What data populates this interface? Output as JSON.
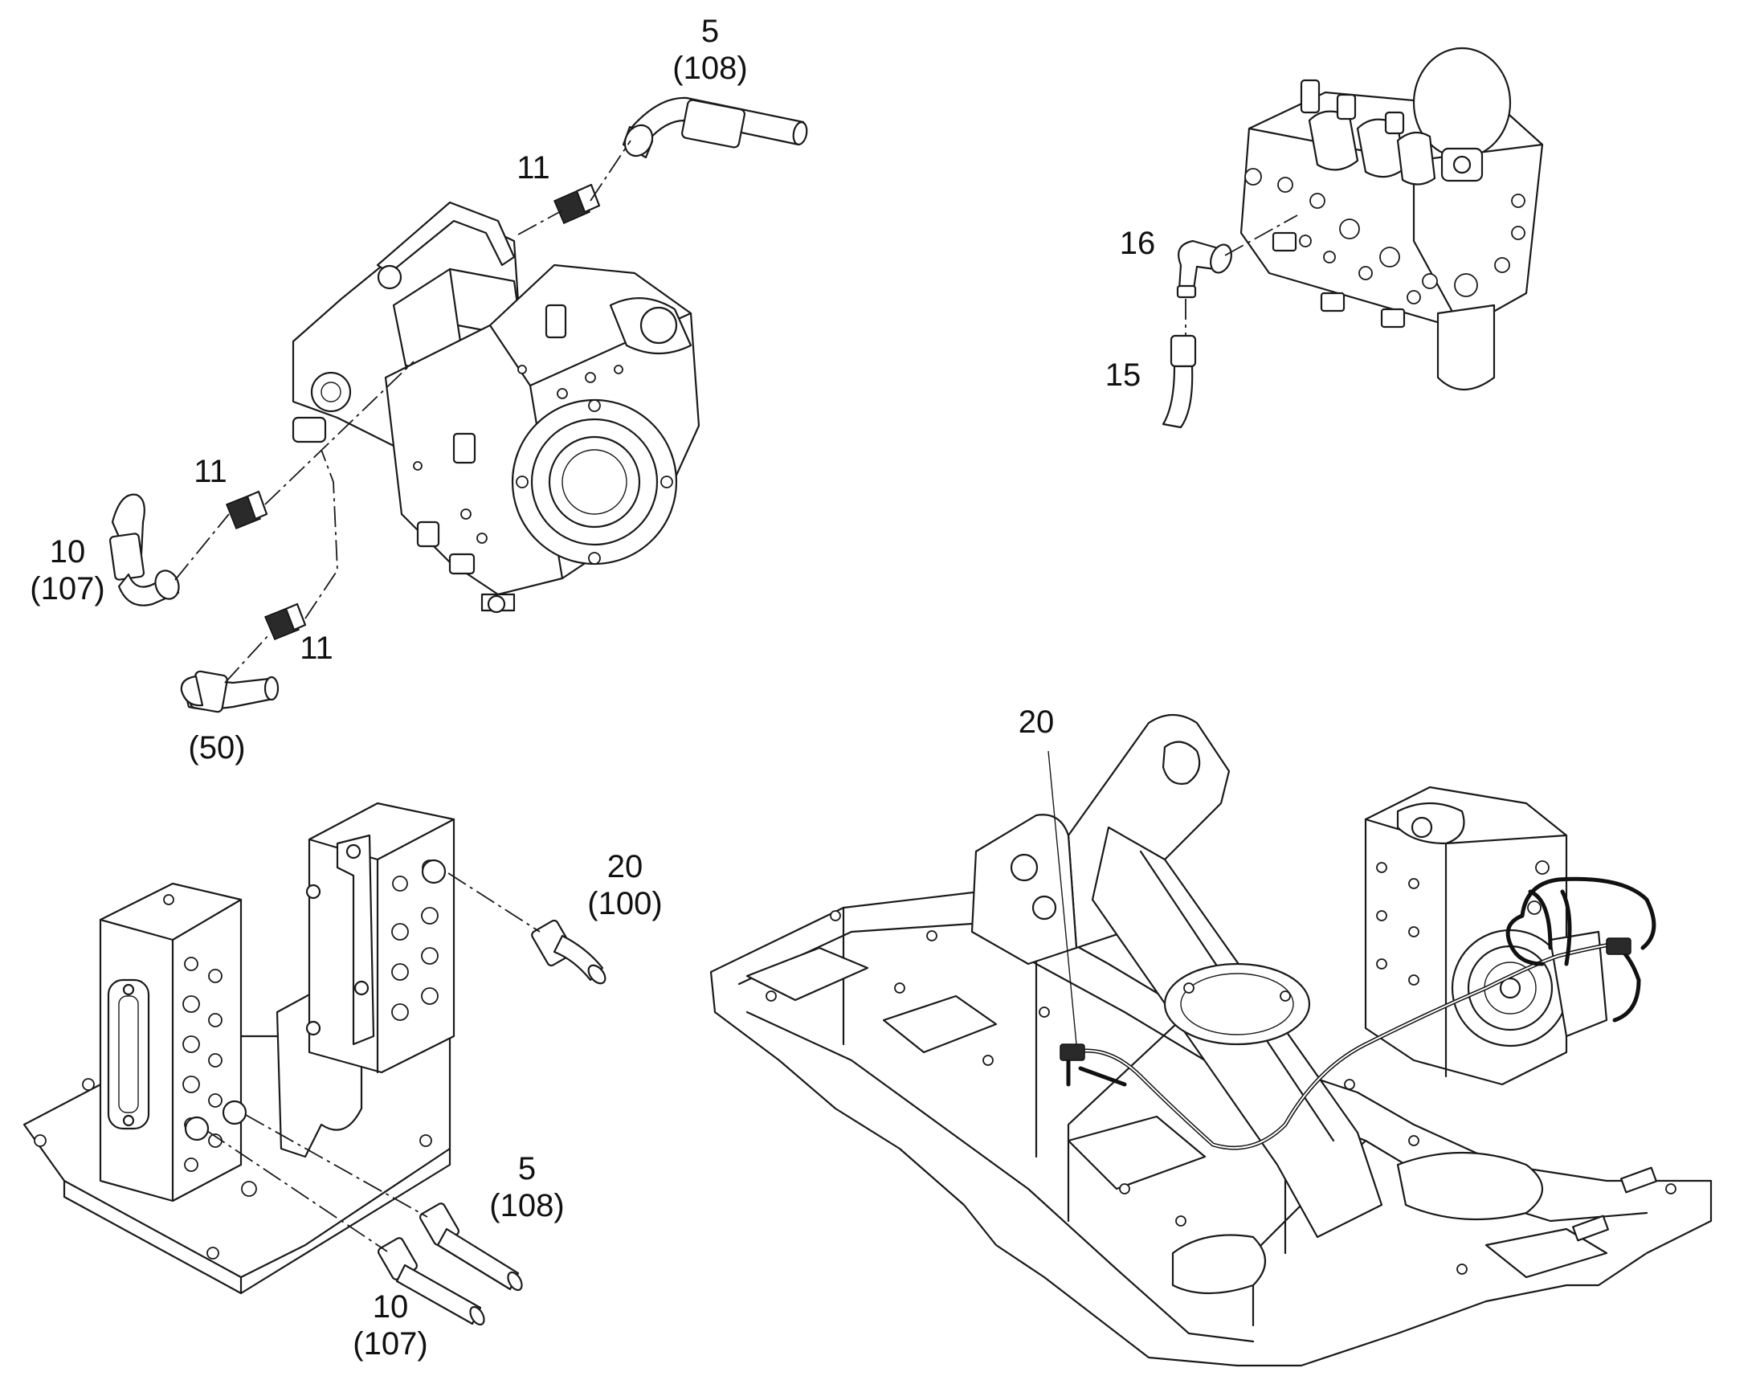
{
  "callouts": {
    "pump_hose_top": {
      "num": "5",
      "ref": "(108)"
    },
    "pump_fitting_top": {
      "num": "11"
    },
    "pump_fitting_mid": {
      "num": "11"
    },
    "pump_hose_left": {
      "num": "10",
      "ref": "(107)"
    },
    "pump_fitting_low": {
      "num": "11"
    },
    "pump_hose_bottom": {
      "ref": "(50)"
    },
    "valve_elbow": {
      "num": "16"
    },
    "valve_hose": {
      "num": "15"
    },
    "chassis_hose": {
      "num": "20"
    },
    "bracket_hose_right": {
      "num": "20",
      "ref": "(100)"
    },
    "bracket_hose_5": {
      "num": "5",
      "ref": "(108)"
    },
    "bracket_hose_10": {
      "num": "10",
      "ref": "(107)"
    }
  },
  "colors": {
    "line": "#1a1a1a",
    "hose": "#111111",
    "background": "#ffffff"
  }
}
